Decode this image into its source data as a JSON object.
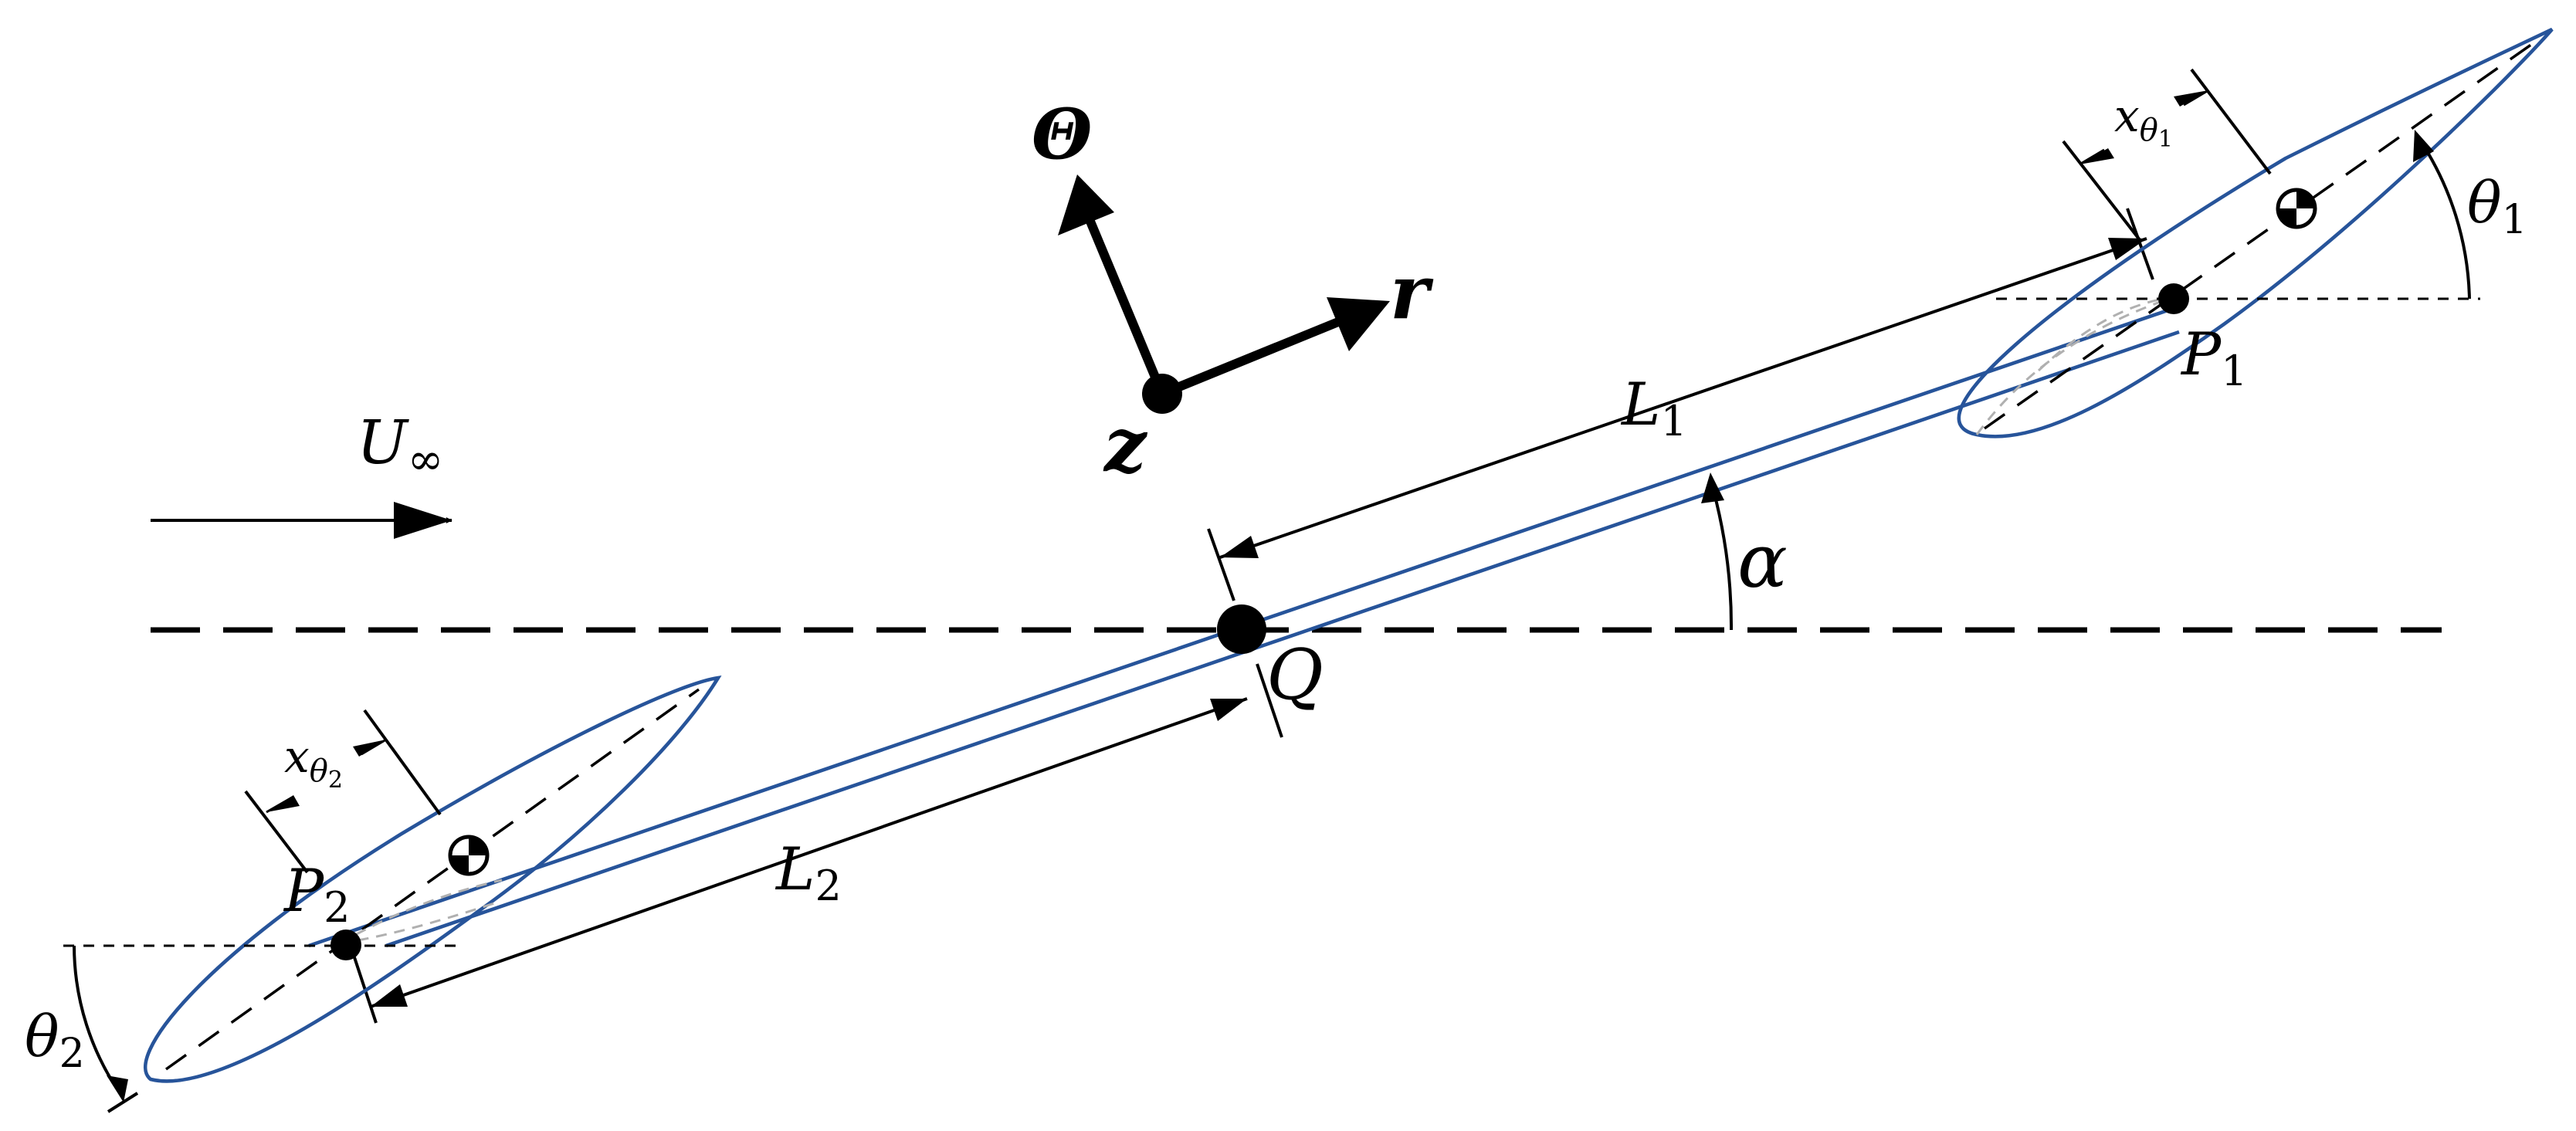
{
  "diagram": {
    "freestream": {
      "base": "U",
      "sub": "∞"
    },
    "axes": {
      "radial": "r",
      "tangential": "Θ",
      "out_of_plane": "z"
    },
    "pitch_angle": "α",
    "hub": "Q",
    "arm1": {
      "length": {
        "base": "L",
        "sub": "1"
      },
      "pivot": {
        "base": "P",
        "sub": "1"
      },
      "angle": {
        "base": "θ",
        "sub": "1"
      },
      "offset": {
        "base": "x",
        "sub": "θ",
        "subsub": "1"
      }
    },
    "arm2": {
      "length": {
        "base": "L",
        "sub": "2"
      },
      "pivot": {
        "base": "P",
        "sub": "2"
      },
      "angle": {
        "base": "θ",
        "sub": "2"
      },
      "offset": {
        "base": "x",
        "sub": "θ",
        "subsub": "2"
      }
    },
    "colors": {
      "structure": "#27549a",
      "ink": "#000000",
      "camber_line": "#b0b0b0"
    }
  }
}
